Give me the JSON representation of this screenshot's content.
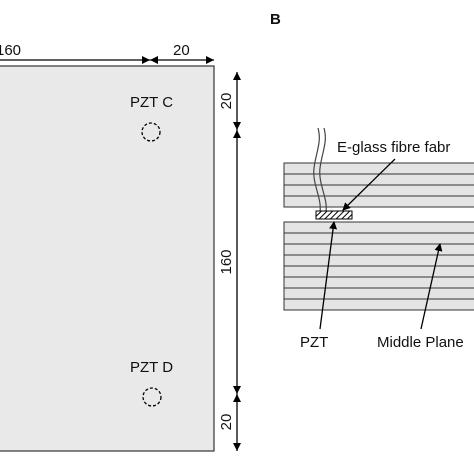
{
  "panel_b_letter": "B",
  "panel_a": {
    "dim_width_left": "160",
    "dim_width_right": "20",
    "dim_height_top": "20",
    "dim_height_middle": "160",
    "dim_height_bottom": "20",
    "sensors": [
      {
        "label": "PZT C"
      },
      {
        "label": "PZT D"
      }
    ],
    "plate_color": "#e9e9e9"
  },
  "panel_b": {
    "label_fabric": "E-glass fibre fabr",
    "label_pzt": "PZT",
    "label_middle_plane": "Middle Plane",
    "layer_color": "#e4e4e4"
  }
}
